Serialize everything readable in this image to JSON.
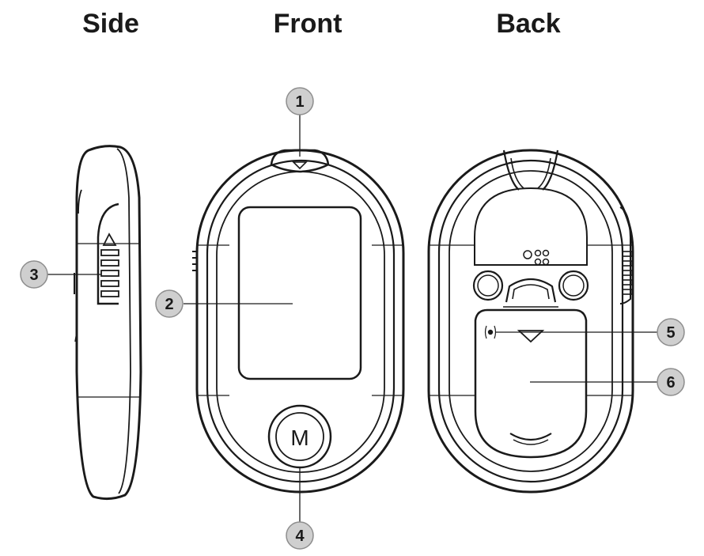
{
  "views": {
    "side": "Side",
    "front": "Front",
    "back": "Back"
  },
  "button_letter": "M",
  "callouts": [
    "1",
    "2",
    "3",
    "4",
    "5",
    "6"
  ],
  "colors": {
    "line": "#1a1a1a",
    "badge_fill": "#cfcfcf",
    "badge_stroke": "#8e8e8e",
    "background": "#ffffff"
  }
}
